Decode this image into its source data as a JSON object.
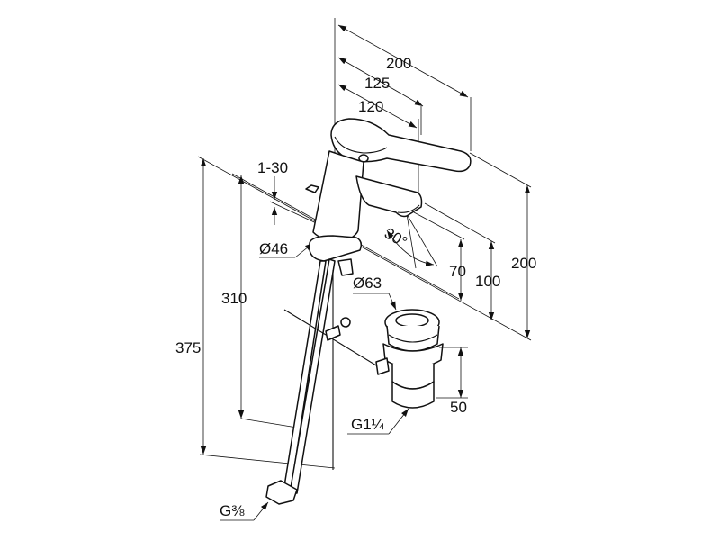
{
  "dimensions": {
    "width_200": "200",
    "width_125": "125",
    "width_120": "120",
    "adjust_range": "1-30",
    "base_diameter": "Ø46",
    "angle": "30°",
    "height_70": "70",
    "height_100": "100",
    "height_200": "200",
    "waste_diameter": "Ø63",
    "height_310": "310",
    "height_375": "375",
    "waste_height": "50",
    "waste_thread": "G1¼",
    "supply_thread": "G⅜"
  },
  "colors": {
    "line": "#111111",
    "background": "#ffffff"
  }
}
